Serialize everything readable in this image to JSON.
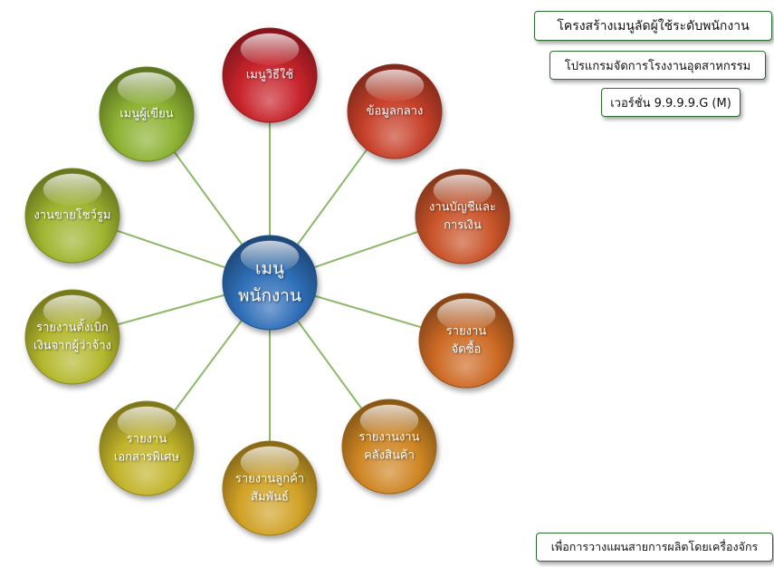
{
  "center": {
    "lines": [
      "เมนู",
      "พนักงาน"
    ],
    "color": "#2f6fb8"
  },
  "nodes": [
    {
      "lines": [
        "เมนูวิธีใช้"
      ],
      "color": "#c8242c",
      "icon": "menu-howto"
    },
    {
      "lines": [
        "ข้อมูลกลาง"
      ],
      "color": "#c7402a",
      "icon": "central-data"
    },
    {
      "lines": [
        "งานบัญชีและ",
        "การเงิน"
      ],
      "color": "#c9542a",
      "icon": "accounting-finance"
    },
    {
      "lines": [
        "รายงาน",
        "จัดซื้อ"
      ],
      "color": "#cd6a25",
      "icon": "purchase-report"
    },
    {
      "lines": [
        "รายงานงาน",
        "คลังสินค้า"
      ],
      "color": "#cf8624",
      "icon": "warehouse-report"
    },
    {
      "lines": [
        "รายงานลูกค้า",
        "สัมพันธ์"
      ],
      "color": "#d1a227",
      "icon": "crm-report"
    },
    {
      "lines": [
        "รายงาน",
        "เอกสารพิเศษ"
      ],
      "color": "#c2b42b",
      "icon": "special-docs-report"
    },
    {
      "lines": [
        "รายงานตั้งเบิก",
        "เงินจากผู้ว่าจ้าง"
      ],
      "color": "#b4b82d",
      "icon": "employer-withdrawal-report"
    },
    {
      "lines": [
        "งานขายโชว์รูม"
      ],
      "color": "#9fb530",
      "icon": "showroom-sales"
    },
    {
      "lines": [
        "เมนูผู้เขียน"
      ],
      "color": "#8db233",
      "icon": "author-menu"
    }
  ],
  "connector_color": "#8cb86a",
  "info": {
    "title": "โครงสร้างเมนูลัดผู้ใช้ระดับพนักงาน",
    "program": "โปรแกรมจัดการโรงงานอุตสาหกรรม",
    "version": "เวอร์ชั่น 9.9.9.9.G (M)",
    "footer": "เพื่อการวางแผนสายการผลิตโดยเครื่องจักร"
  }
}
